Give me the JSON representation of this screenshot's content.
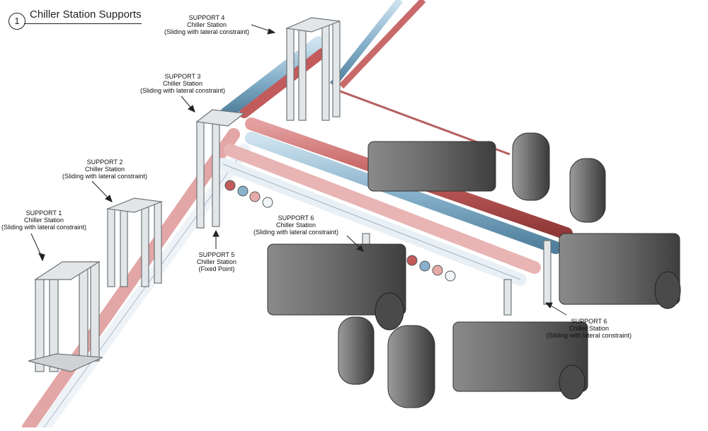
{
  "title": {
    "number": "1",
    "text": "Chiller Station Supports"
  },
  "supports": [
    {
      "id": "s1",
      "name": "SUPPORT 1",
      "station": "Chiller Station",
      "type": "(Sliding with lateral constraint)"
    },
    {
      "id": "s2",
      "name": "SUPPORT 2",
      "station": "Chiller Station",
      "type": "(Sliding with lateral constraint)"
    },
    {
      "id": "s3",
      "name": "SUPPORT 3",
      "station": "Chiller Station",
      "type": "(Sliding with lateral constraint)"
    },
    {
      "id": "s4",
      "name": "SUPPORT 4",
      "station": "Chiller Station",
      "type": "(Sliding with lateral constraint)"
    },
    {
      "id": "s5",
      "name": "SUPPORT 5",
      "station": "Chiller Station",
      "type": "(Fixed Point)"
    },
    {
      "id": "s6a",
      "name": "SUPPORT 6",
      "station": "Chiller Station",
      "type": "(Sliding with lateral constraint)"
    },
    {
      "id": "s6b",
      "name": "SUPPORT 6",
      "station": "Chiller Station",
      "type": "(Sliding with lateral constraint)"
    }
  ],
  "colors": {
    "pipe_red": "#c96a6a",
    "pipe_pink": "#e9b4b4",
    "pipe_blue": "#8fb7cf",
    "pipe_white": "#e6eef4",
    "steel": "#d9dde0",
    "equipment": "#6b6b6b"
  }
}
